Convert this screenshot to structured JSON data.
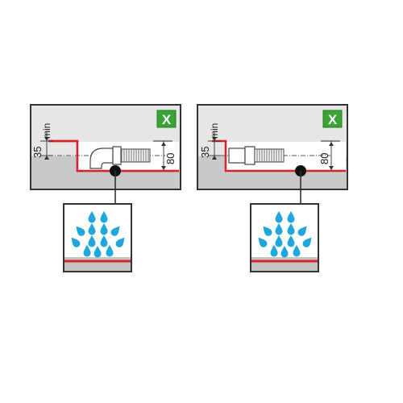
{
  "colors": {
    "frame": "#333333",
    "panel_fill": "#e6e6e6",
    "floor_fill": "#c9c9c9",
    "red": "#d8232a",
    "badge": "#3aa335",
    "water": "#1fa7dd",
    "unit_base": "#c4c4c4"
  },
  "left_panel": {
    "badge": "X",
    "min_dimension": "35",
    "min_label": "min",
    "depth_dimension": "80",
    "badge_icon": "x-mark-icon"
  },
  "right_panel": {
    "badge": "X",
    "min_dimension": "35",
    "min_label": "min",
    "depth_dimension": "80",
    "badge_icon": "x-mark-icon"
  },
  "appliance_icon": "water-spray-icon"
}
